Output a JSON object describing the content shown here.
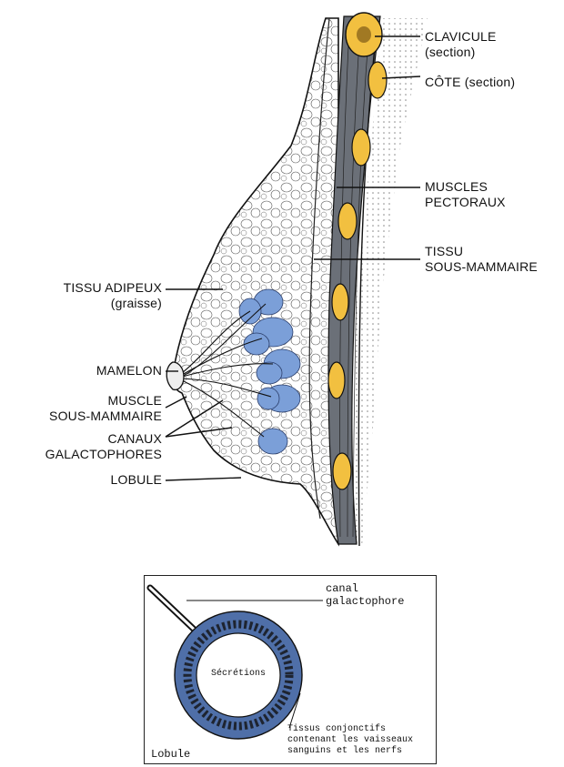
{
  "labels": {
    "clavicule": "CLAVICULE",
    "clavicule_sub": "(section)",
    "cote": "CÔTE (section)",
    "muscles_1": "MUSCLES",
    "muscles_2": "PECTORAUX",
    "tissu_sm_1": "TISSU",
    "tissu_sm_2": "SOUS-MAMMAIRE",
    "tissu_adipeux_1": "TISSU ADIPEUX",
    "tissu_adipeux_2": "(graisse)",
    "mamelon": "MAMELON",
    "muscle_sm_1": "MUSCLE",
    "muscle_sm_2": "SOUS-MAMMAIRE",
    "canaux_1": "CANAUX",
    "canaux_2": "GALACTOPHORES",
    "lobule": "LOBULE"
  },
  "inset": {
    "canal_1": "canal",
    "canal_2": "galactophore",
    "secretions": "Sécrétions",
    "tissu_1": "Tissus conjonctifs",
    "tissu_2": "contenant les vaisseaux",
    "tissu_3": "sanguins et les nerfs",
    "lobule": "Lobule"
  },
  "colors": {
    "bone": "#f2c040",
    "lobule_blue": "#7b9fd8",
    "ink": "#111111"
  }
}
